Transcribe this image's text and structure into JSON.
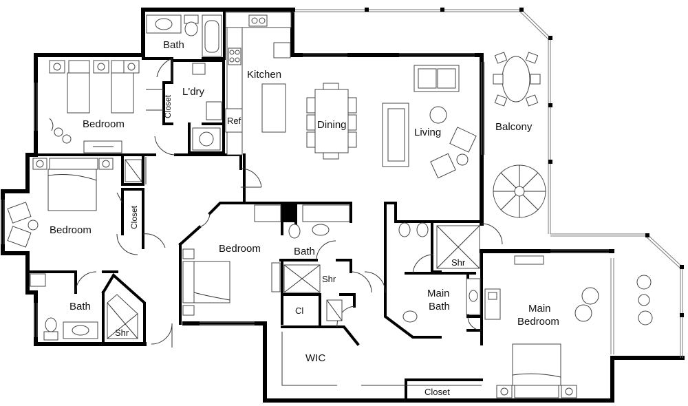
{
  "rooms": {
    "bath_top": "Bath",
    "laundry": "L'dry",
    "closet_bed1": "Closet",
    "bedroom_top": "Bedroom",
    "kitchen": "Kitchen",
    "ref": "Ref",
    "dining": "Dining",
    "living": "Living",
    "balcony": "Balcony",
    "bedroom_left": "Bedroom",
    "closet_left": "Closet",
    "bedroom_center": "Bedroom",
    "bath_center": "Bath",
    "shr_center": "Shr",
    "cl_center": "Cl",
    "bath_bottom_left": "Bath",
    "shr_bottom_left": "Shr",
    "wic": "WIC",
    "shr_main": "Shr",
    "main_bath_line1": "Main",
    "main_bath_line2": "Bath",
    "main_bedroom_line1": "Main",
    "main_bedroom_line2": "Bedroom",
    "closet_bottom": "Closet"
  }
}
